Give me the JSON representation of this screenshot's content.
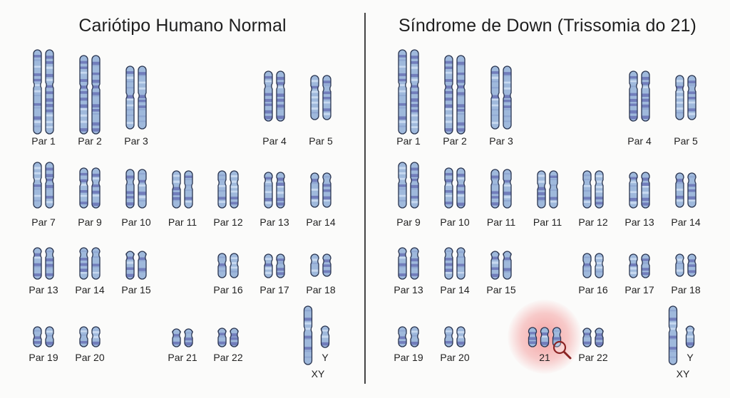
{
  "left_panel": {
    "title": "Cariótipo Humano Normal",
    "labels": {
      "par1": "Par 1",
      "par2": "Par 2",
      "par3": "Par 3",
      "par4": "Par 4",
      "par5": "Par 5",
      "par7": "Par 7",
      "par9": "Par 9",
      "par10": "Par 10",
      "par11": "Par 11",
      "par12": "Par 12",
      "par13a": "Par 13",
      "par14a": "Par 14",
      "par13b": "Par 13",
      "par14b": "Par 14",
      "par15": "Par 15",
      "par16": "Par 16",
      "par17": "Par 17",
      "par18": "Par 18",
      "par19": "Par 19",
      "par20": "Par 20",
      "par21": "Par 21",
      "par22": "Par 22",
      "y": "Y",
      "xy": "XY"
    }
  },
  "right_panel": {
    "title": "Síndrome de Down (Trissomia do 21)",
    "labels": {
      "par1": "Par 1",
      "par2": "Par 2",
      "par3": "Par 3",
      "par4": "Par 4",
      "par5": "Par 5",
      "par9": "Par 9",
      "par10": "Par 10",
      "par11a": "Par 11",
      "par11b": "Par 11",
      "par12": "Par 12",
      "par13a": "Par 13",
      "par14a": "Par 14",
      "par13b": "Par 13",
      "par14b": "Par 14",
      "par15": "Par 15",
      "par16": "Par 16",
      "par17": "Par 17",
      "par18": "Par 18",
      "par19": "Par 19",
      "par20": "Par 20",
      "trisomy21": "21",
      "par22": "Par 22",
      "y": "Y",
      "xy": "XY"
    }
  },
  "colors": {
    "chromosome_fill": "#9fb9dc",
    "band_dark": "#6f79b8",
    "band_light": "#c9daf0",
    "outline": "#2a3550",
    "highlight": "#f06262",
    "magnifier": "#8b2424"
  },
  "icons": {
    "magnifier": "magnifier-icon"
  }
}
